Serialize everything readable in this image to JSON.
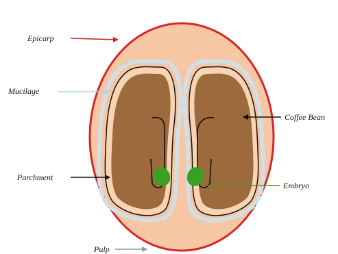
{
  "labels": {
    "epicarp": "Epicarp",
    "mucilage": "Mucilage",
    "parchment": "Parchment",
    "pulp": "Pulp",
    "coffee_bean": "Coffee Bean",
    "embryo": "Embryo"
  },
  "colors": {
    "epicarp_outline": "#d6262a",
    "pulp_fill": "#f6c7a2",
    "mucilage_dash": "#cfe0ea",
    "parchment_fill": "#f9d4b4",
    "bean_fill": "#9c6a3c",
    "outline": "#111111",
    "embryo_fill": "#3aa024",
    "epicarp_arrow": "#c82a2a",
    "mucilage_arrow": "#a9d6ee",
    "pulp_arrow": "#8a9aa8",
    "embryo_arrow": "#3aa024"
  }
}
